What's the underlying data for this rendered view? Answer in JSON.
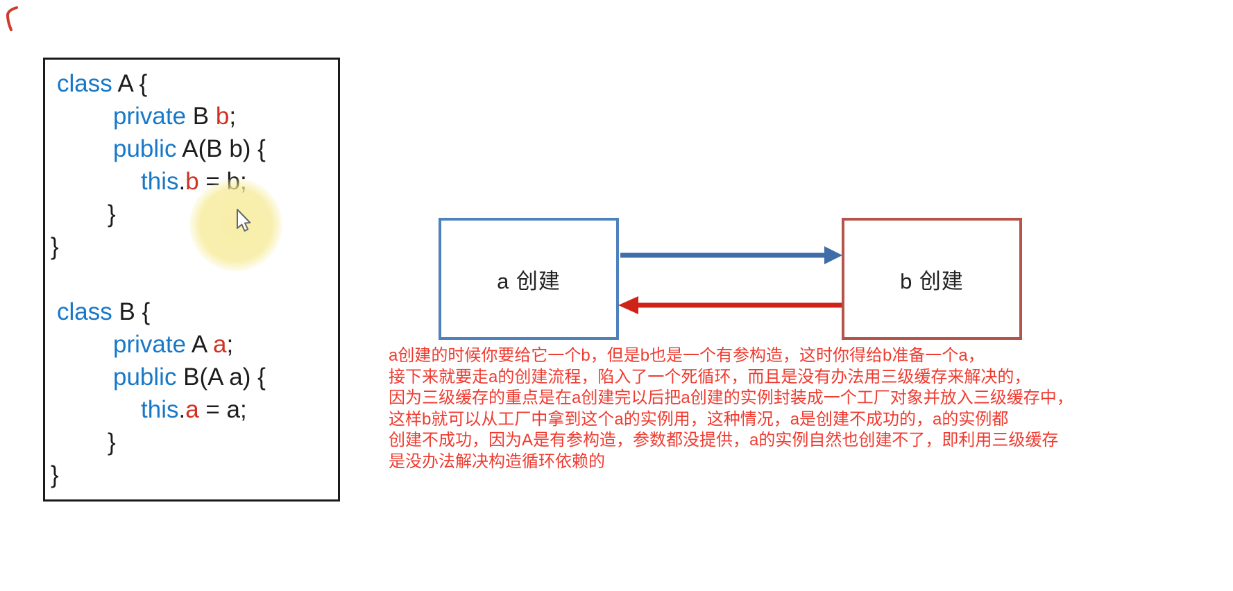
{
  "code_panel": {
    "lines": [
      {
        "indent": 17,
        "tokens": [
          {
            "text": "class ",
            "type": "kw"
          },
          {
            "text": "A {",
            "type": "plain"
          }
        ]
      },
      {
        "indent": 98,
        "tokens": [
          {
            "text": "private ",
            "type": "kw"
          },
          {
            "text": "B ",
            "type": "plain"
          },
          {
            "text": "b",
            "type": "var"
          },
          {
            "text": ";",
            "type": "plain"
          }
        ]
      },
      {
        "indent": 98,
        "tokens": [
          {
            "text": "public ",
            "type": "kw"
          },
          {
            "text": "A(B b) {",
            "type": "plain"
          }
        ]
      },
      {
        "indent": 138,
        "tokens": [
          {
            "text": "this",
            "type": "kw"
          },
          {
            "text": ".",
            "type": "plain"
          },
          {
            "text": "b",
            "type": "var"
          },
          {
            "text": " = b;",
            "type": "plain"
          }
        ]
      },
      {
        "indent": 90,
        "tokens": [
          {
            "text": "}",
            "type": "plain"
          }
        ]
      },
      {
        "indent": 8,
        "tokens": [
          {
            "text": "}",
            "type": "plain"
          }
        ]
      },
      {
        "indent": 0,
        "tokens": []
      },
      {
        "indent": 17,
        "tokens": [
          {
            "text": "class ",
            "type": "kw"
          },
          {
            "text": "B {",
            "type": "plain"
          }
        ]
      },
      {
        "indent": 98,
        "tokens": [
          {
            "text": "private ",
            "type": "kw"
          },
          {
            "text": "A ",
            "type": "plain"
          },
          {
            "text": "a",
            "type": "var"
          },
          {
            "text": ";",
            "type": "plain"
          }
        ]
      },
      {
        "indent": 98,
        "tokens": [
          {
            "text": "public ",
            "type": "kw"
          },
          {
            "text": "B(A a) {",
            "type": "plain"
          }
        ]
      },
      {
        "indent": 138,
        "tokens": [
          {
            "text": "this",
            "type": "kw"
          },
          {
            "text": ".",
            "type": "plain"
          },
          {
            "text": "a",
            "type": "var"
          },
          {
            "text": " = a;",
            "type": "plain"
          }
        ]
      },
      {
        "indent": 90,
        "tokens": [
          {
            "text": "}",
            "type": "plain"
          }
        ]
      },
      {
        "indent": 8,
        "tokens": [
          {
            "text": "}",
            "type": "plain"
          }
        ]
      }
    ],
    "colors": {
      "keyword": "#1878c8",
      "variable": "#cf3124",
      "plain": "#1c1c1c"
    }
  },
  "diagram": {
    "box_a": {
      "label": "a 创建",
      "border_color": "#4f81bd"
    },
    "box_b": {
      "label": "b 创建",
      "border_color": "#b5544a"
    },
    "arrow_a_to_b_color": "#3f6da8",
    "arrow_b_to_a_color": "#d02318"
  },
  "annotation": {
    "color": "#ef3b30",
    "lines": [
      "a创建的时候你要给它一个b，但是b也是一个有参构造，这时你得给b准备一个a，",
      "接下来就要走a的创建流程，陷入了一个死循环，而且是没有办法用三级缓存来解决的，",
      "因为三级缓存的重点是在a创建完以后把a创建的实例封装成一个工厂对象并放入三级缓存中，",
      "这样b就可以从工厂中拿到这个a的实例用，这种情况，a是创建不成功的，a的实例都",
      "创建不成功，因为A是有参构造，参数都没提供，a的实例自然也创建不了，即利用三级缓存",
      "是没办法解决构造循环依赖的"
    ]
  }
}
